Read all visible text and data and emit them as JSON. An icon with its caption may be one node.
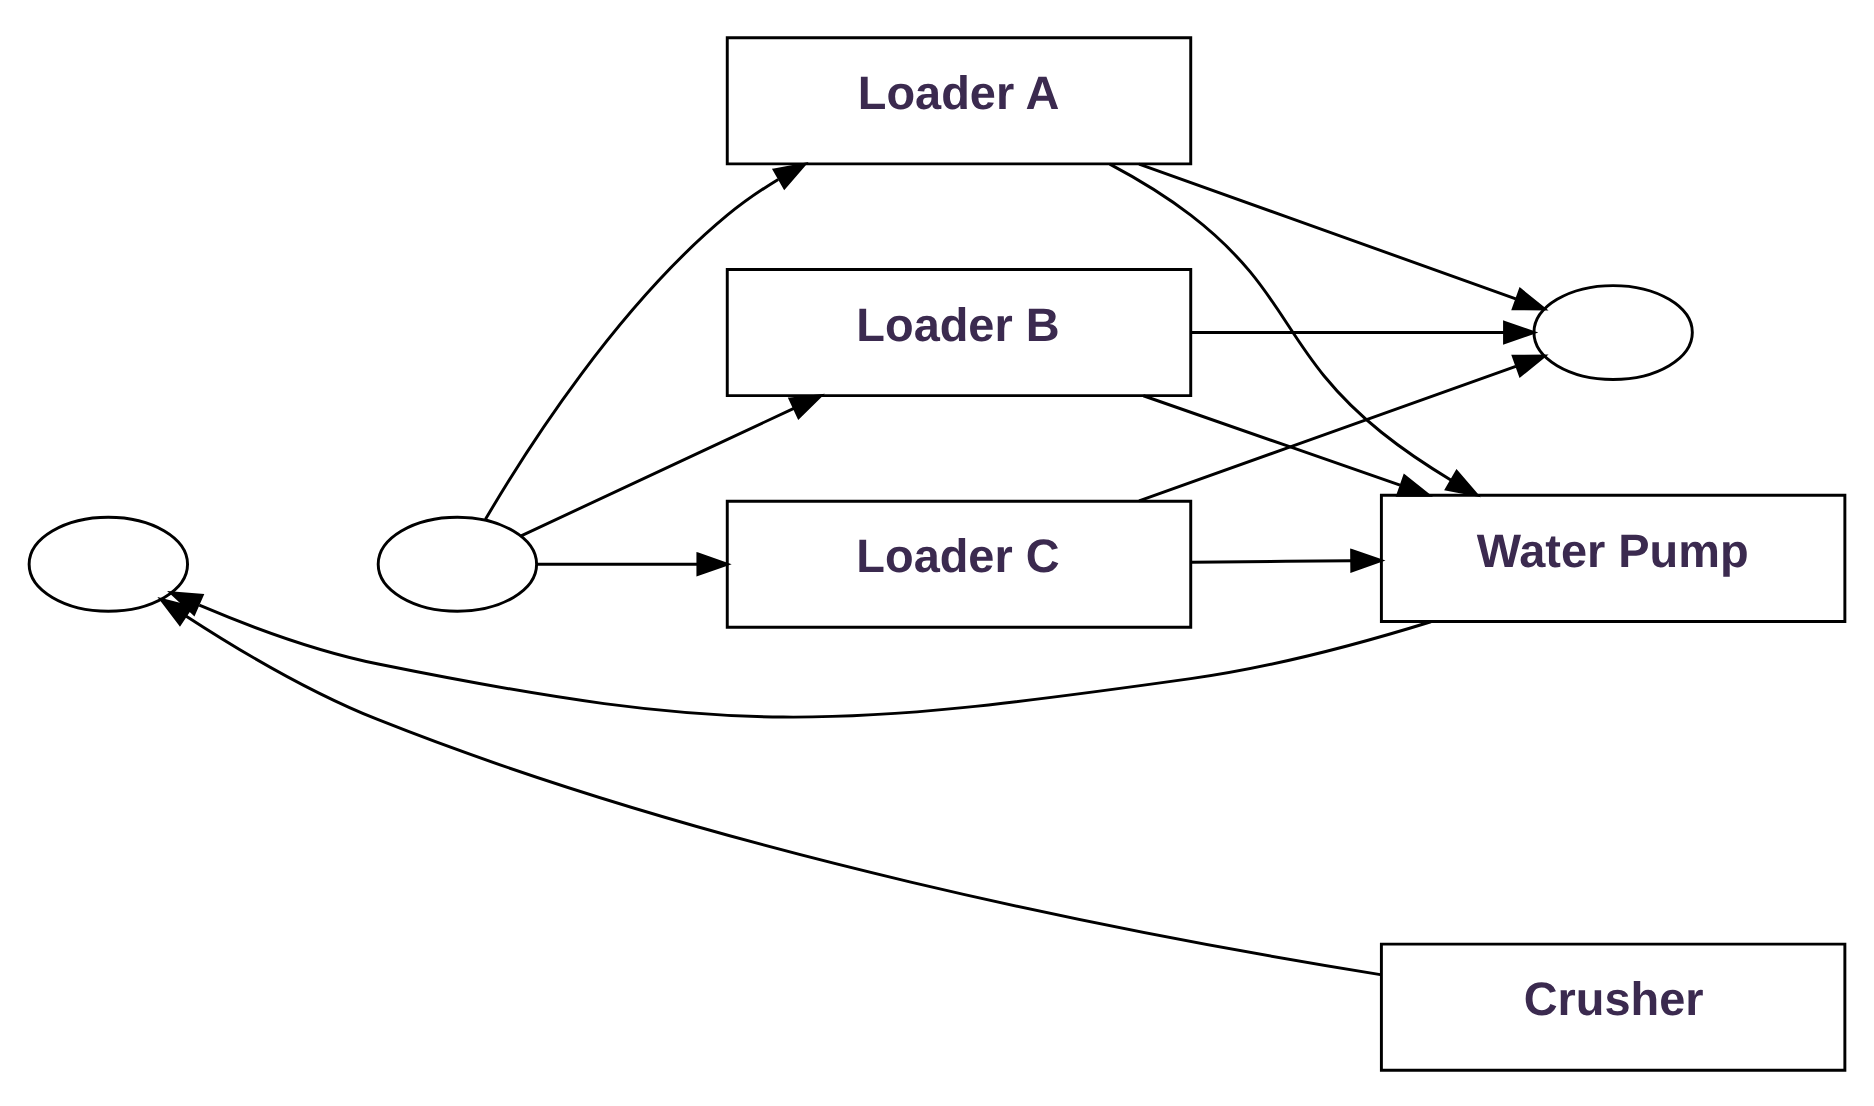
{
  "diagram": {
    "nodes": [
      {
        "text": [],
        "shape": "ellipse"
      },
      {
        "text": [],
        "shape": "ellipse"
      },
      {
        "text": [
          "Loader A"
        ]
      },
      {
        "text": [
          "Loader B"
        ]
      },
      {
        "text": [
          "Loader C"
        ]
      },
      {
        "text": [],
        "shape": "ellipse"
      },
      {
        "text": [
          "Crusher"
        ]
      },
      {
        "text": [
          "Water Pump"
        ]
      }
    ],
    "edges": [
      {
        "from": 1,
        "to": 2,
        "arrow": "to"
      },
      {
        "from": 1,
        "to": 3,
        "arrow": "to"
      },
      {
        "from": 1,
        "to": 4,
        "arrow": "to"
      },
      {
        "from": 2,
        "to": 5,
        "arrow": "to"
      },
      {
        "from": 3,
        "to": 5,
        "arrow": "to"
      },
      {
        "from": 4,
        "to": 5,
        "arrow": "to"
      },
      {
        "from": 2,
        "to": 7,
        "arrow": "to"
      },
      {
        "from": 3,
        "to": 7,
        "arrow": "to"
      },
      {
        "from": 4,
        "to": 7,
        "arrow": "to"
      },
      {
        "from": 6,
        "to": 0,
        "arrow": "to"
      },
      {
        "from": 7,
        "to": 0,
        "arrow": "to"
      }
    ]
  }
}
